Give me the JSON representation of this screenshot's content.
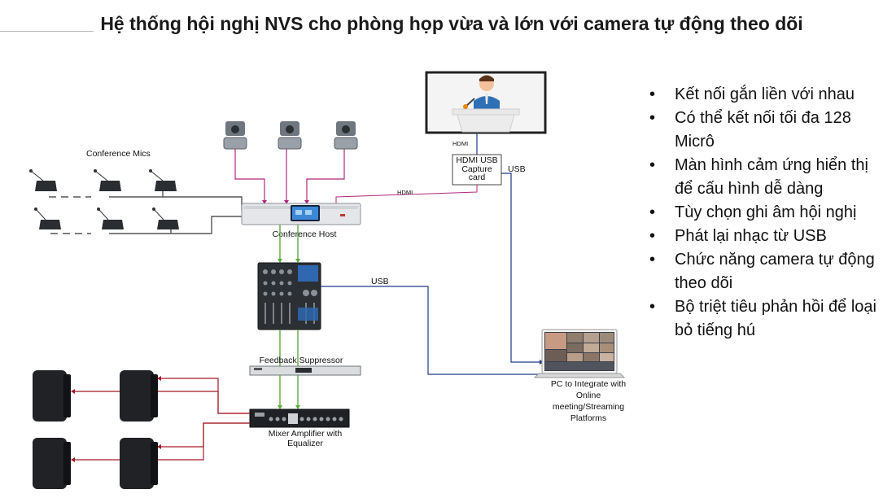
{
  "title": "Hệ thống hội nghị  NVS cho phòng họp vừa và lớn với camera tự động theo dõi",
  "labels": {
    "conference_mics": "Conference Mics",
    "conference_host": "Conference Host",
    "hdmi_capture": [
      "HDMI USB",
      "Capture",
      "card"
    ],
    "hdmi_small_top": "HDMI",
    "hdmi_line": "HDMI",
    "usb_top": "USB",
    "usb_mixer": "USB",
    "feedback_suppressor": "Feedback Suppressor",
    "mixer_amplifier": [
      "Mixer Amplifier with",
      "Equalizer"
    ],
    "pc_label": [
      "PC to Integrate with",
      "Online",
      "meeting/Streaming",
      "Platforms"
    ]
  },
  "bullets": [
    "Kết nối gắn liền với nhau",
    "Có thể kết nối tối đa 128 Micrô",
    "Màn hình cảm ứng hiển thị để cấu hình dễ dàng",
    "Tùy chọn ghi âm hội nghị",
    "Phát lại nhạc từ USB",
    "Chức năng camera tự động theo dõi",
    "Bộ triệt tiêu phản hồi để loại bỏ tiếng hú"
  ],
  "colors": {
    "camera_line": "#b0287e",
    "hdmi_line": "#b0287e",
    "usb_line": "#1f3a8a",
    "audio_line": "#5aaa3c",
    "speaker_line": "#a31c28",
    "mic_line": "#555555"
  }
}
